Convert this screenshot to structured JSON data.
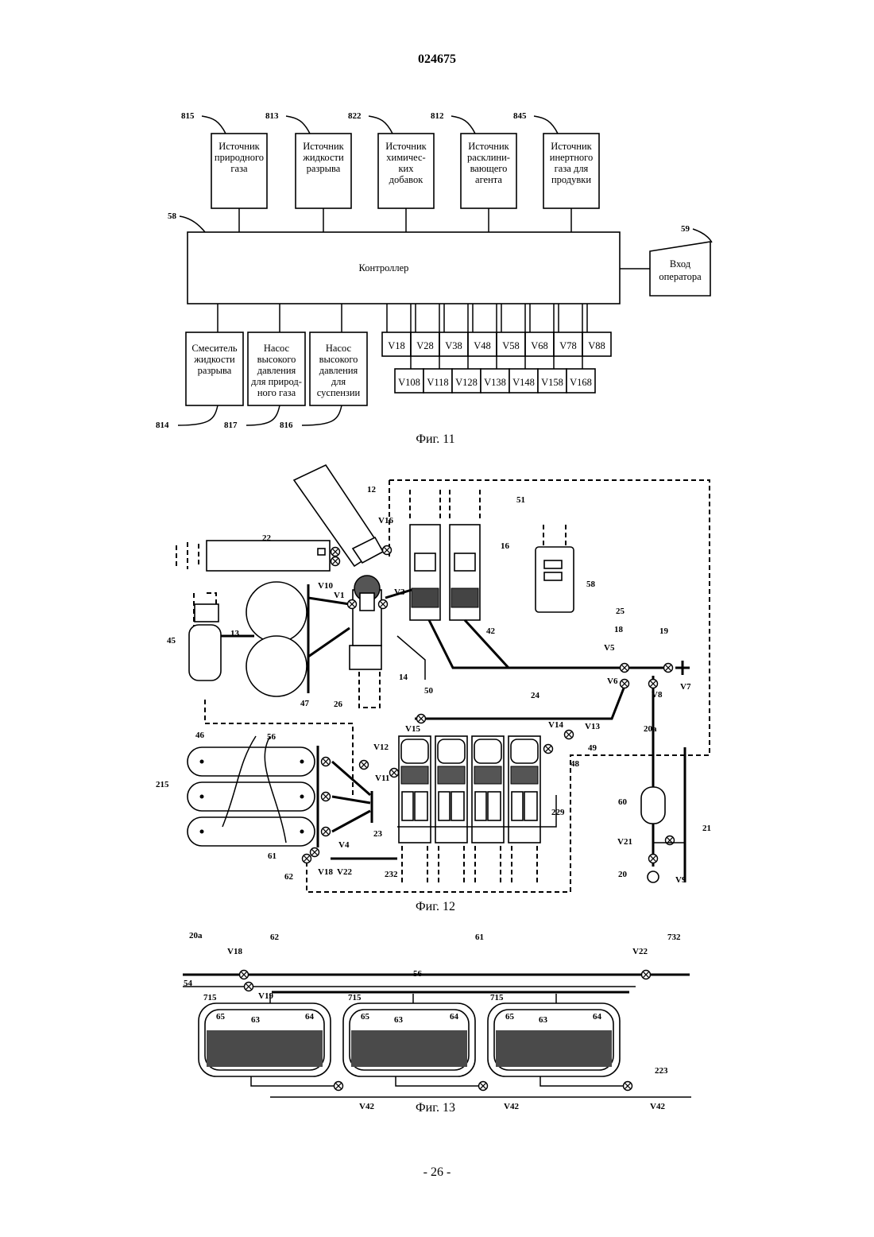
{
  "header": {
    "doc_number": "024675"
  },
  "footer": {
    "page_number": "- 26 -"
  },
  "fig11": {
    "caption": "Фиг. 11",
    "sources": [
      {
        "ref": "815",
        "lines": [
          "Источник",
          "природного",
          "газа"
        ]
      },
      {
        "ref": "813",
        "lines": [
          "Источник",
          "жидкости",
          "разрыва"
        ]
      },
      {
        "ref": "822",
        "lines": [
          "Источник",
          "химичес-",
          "ких",
          "добавок"
        ]
      },
      {
        "ref": "812",
        "lines": [
          "Источник",
          "расклини-",
          "вающего",
          "агента"
        ]
      },
      {
        "ref": "845",
        "lines": [
          "Источник",
          "инертного",
          "газа для",
          "продувки"
        ]
      }
    ],
    "controller": {
      "ref": "58",
      "label": "Контроллер"
    },
    "operator": {
      "ref": "59",
      "lines": [
        "Вход",
        "оператора"
      ]
    },
    "bottom_units": [
      {
        "ref": "814",
        "lines": [
          "Смеситель",
          "жидкости",
          "разрыва"
        ]
      },
      {
        "ref": "817",
        "lines": [
          "Насос",
          "высокого",
          "давления",
          "для природ-",
          "ного газа"
        ]
      },
      {
        "ref": "816",
        "lines": [
          "Насос",
          "высокого",
          "давления",
          "для",
          "суспензии"
        ]
      }
    ],
    "valves_top": [
      "V18",
      "V28",
      "V38",
      "V48",
      "V58",
      "V68",
      "V78",
      "V88"
    ],
    "valves_bottom": [
      "V108",
      "V118",
      "V128",
      "V138",
      "V148",
      "V158",
      "V168"
    ]
  },
  "fig12": {
    "caption": "Фиг. 12",
    "labels": [
      "12",
      "22",
      "V16",
      "16",
      "51",
      "58",
      "V10",
      "V1",
      "V3",
      "13",
      "45",
      "14",
      "26",
      "50",
      "47",
      "42",
      "25",
      "18",
      "19",
      "V5",
      "V6",
      "V7",
      "V8",
      "24",
      "V15",
      "V14",
      "V13",
      "20a",
      "49",
      "46",
      "56",
      "V12",
      "215",
      "V11",
      "48",
      "229",
      "60",
      "21",
      "23",
      "V4",
      "V21",
      "61",
      "V18",
      "V22",
      "232",
      "62",
      "20",
      "V9"
    ]
  },
  "fig13": {
    "caption": "Фиг. 13",
    "labels": [
      "20a",
      "V18",
      "62",
      "61",
      "V22",
      "732",
      "54",
      "56",
      "V19",
      "715",
      "715",
      "715",
      "65",
      "63",
      "64",
      "65",
      "63",
      "64",
      "65",
      "63",
      "64",
      "223",
      "V42",
      "V42",
      "V42"
    ]
  }
}
